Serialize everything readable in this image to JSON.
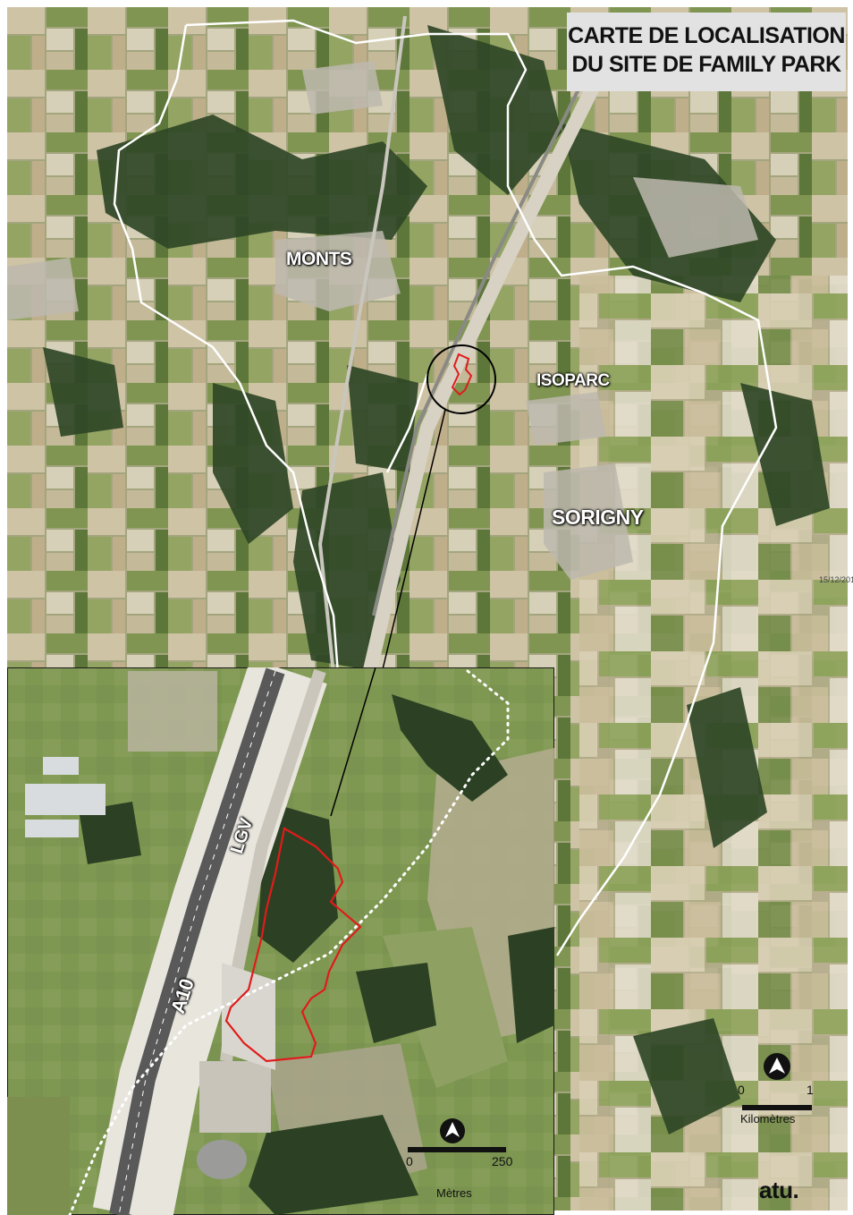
{
  "title": {
    "line1": "CARTE DE LOCALISATION",
    "line2": "DU SITE DE FAMILY PARK"
  },
  "places": {
    "monts": "MONTS",
    "isoparc": "ISOPARC",
    "sorigny": "SORIGNY"
  },
  "inset_labels": {
    "lgv": "LGV",
    "a10": "A10"
  },
  "main_scale": {
    "start": "0",
    "end": "1",
    "unit": "Kilomètres"
  },
  "inset_scale": {
    "start": "0",
    "end": "250",
    "unit": "Mètres"
  },
  "date_stamp": "15/12/201",
  "logo": {
    "text": "atu."
  },
  "icons": {
    "north_arrow": "north-arrow-icon"
  },
  "colors": {
    "site_outline": "#e01b1b",
    "commune_boundary": "#ffffff",
    "title_background": "#e2e2e2"
  }
}
